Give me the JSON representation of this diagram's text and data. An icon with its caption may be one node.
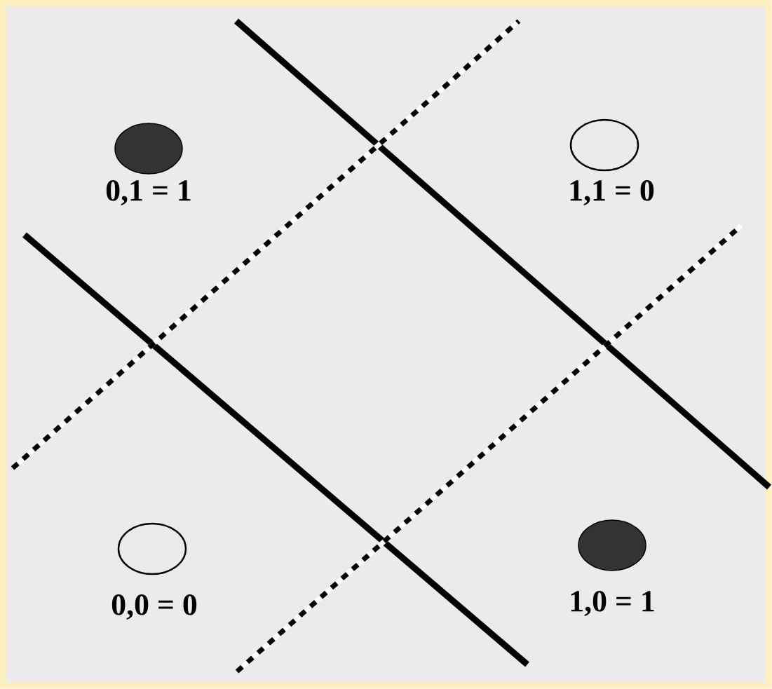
{
  "diagram": {
    "nodes": [
      {
        "text": [],
        "shape": "dot",
        "beside": [
          "0,1 = 1"
        ]
      },
      {
        "text": [],
        "shape": "circle",
        "beside": [
          "1,1 = 0"
        ]
      },
      {
        "text": [],
        "shape": "circle",
        "beside": [
          "0,0 = 0"
        ]
      },
      {
        "text": [],
        "shape": "dot",
        "beside": [
          "1,0 = 1"
        ]
      }
    ]
  }
}
